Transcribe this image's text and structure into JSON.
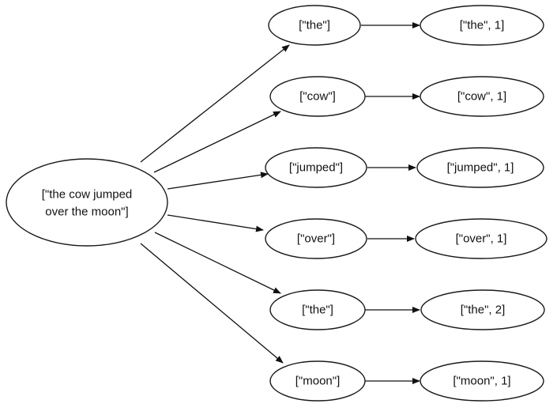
{
  "diagram": {
    "source": {
      "line1": "[\"the cow jumped",
      "line2": "over the moon\"]"
    },
    "tokens": [
      "[\"the\"]",
      "[\"cow\"]",
      "[\"jumped\"]",
      "[\"over\"]",
      "[\"the\"]",
      "[\"moon\"]"
    ],
    "pairs": [
      "[\"the\", 1]",
      "[\"cow\", 1]",
      "[\"jumped\", 1]",
      "[\"over\", 1]",
      "[\"the\", 2]",
      "[\"moon\", 1]"
    ]
  }
}
